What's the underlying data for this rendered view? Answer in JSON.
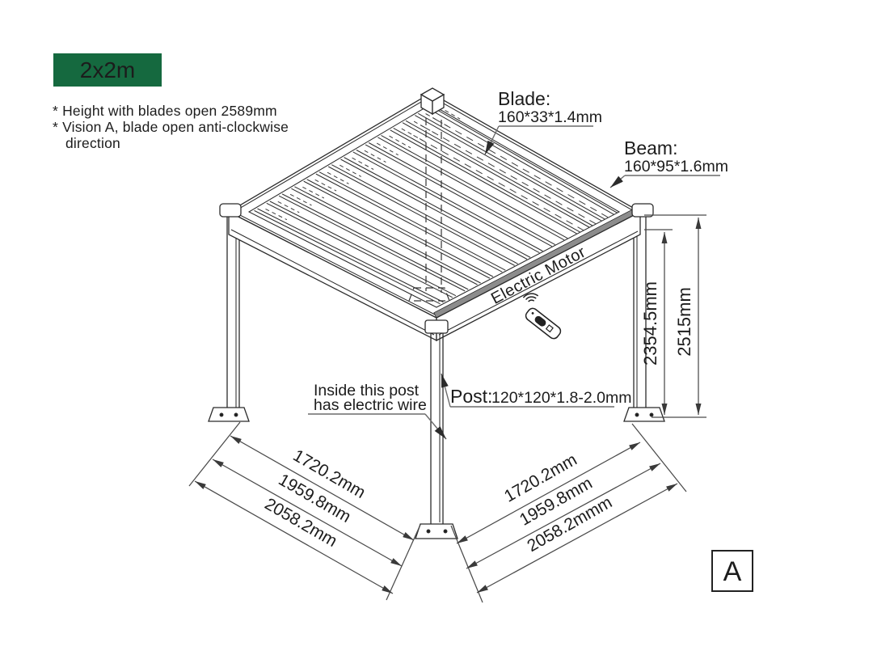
{
  "badge": {
    "label": "2x2m"
  },
  "notes": {
    "line1": "* Height with blades open 2589mm",
    "line2": "* Vision A, blade open anti-clockwise",
    "line3": "direction"
  },
  "callouts": {
    "blade": {
      "title": "Blade:",
      "spec": "160*33*1.4mm"
    },
    "beam": {
      "title": "Beam:",
      "spec": "160*95*1.6mm"
    },
    "post": {
      "title": "Post:",
      "spec": "120*120*1.8-2.0mm"
    },
    "wire": {
      "line1": "Inside this post",
      "line2": "has electric wire"
    },
    "motor_label": "Electric Motor"
  },
  "dimensions": {
    "vertical": {
      "inner": "2354.5mm",
      "outer": "2515mm"
    },
    "left": [
      "1720.2mm",
      "1959.8mm",
      "2058.2mm"
    ],
    "right": [
      "1720.2mm",
      "1959.8mm",
      "2058.2mmm"
    ]
  },
  "view_label": "A",
  "colors": {
    "badge_bg": "#15693F",
    "badge_text": "#FFFFFF",
    "drawing_line": "#2B2B2B",
    "annotation_line": "#4A4A4A",
    "beam_strip": "#8C8C8C"
  }
}
